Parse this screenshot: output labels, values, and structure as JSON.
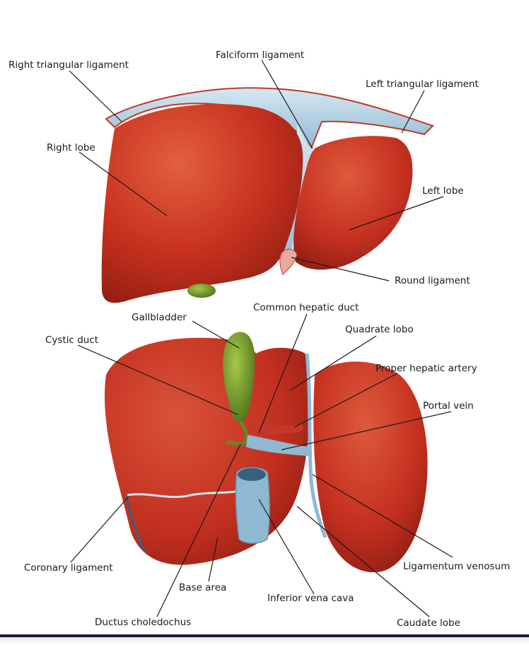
{
  "labels": {
    "right_triangular_ligament": "Right triangular ligament",
    "falciform_ligament": "Falciform ligament",
    "left_triangular_ligament": "Left triangular ligament",
    "right_lobe": "Right lobe",
    "left_lobe": "Left lobe",
    "round_ligament": "Round ligament",
    "gallbladder": "Gallbladder",
    "common_hepatic_duct": "Common hepatic duct",
    "quadrate_lobo": "Quadrate lobo",
    "cystic_duct": "Cystic duct",
    "proper_hepatic_artery": "Proper hepatic artery",
    "portal_vein": "Portal vein",
    "coronary_ligament": "Coronary ligament",
    "ligamentum_venosum": "Ligamentum venosum",
    "base_area": "Base area",
    "inferior_vena_cava": "Inferior vena cava",
    "ductus_choledochus": "Ductus choledochus",
    "caudate_lobe": "Caudate lobe"
  },
  "colors": {
    "liver": "#c8321f",
    "liver_dark": "#8f1d12",
    "liver_light": "#e0583d",
    "gallbladder": "#6f9a2a",
    "ligament": "#a9c9dc",
    "vessel_blue": "#8fb8d2",
    "artery": "#c2372a",
    "leader_line": "#1a1a1a"
  }
}
